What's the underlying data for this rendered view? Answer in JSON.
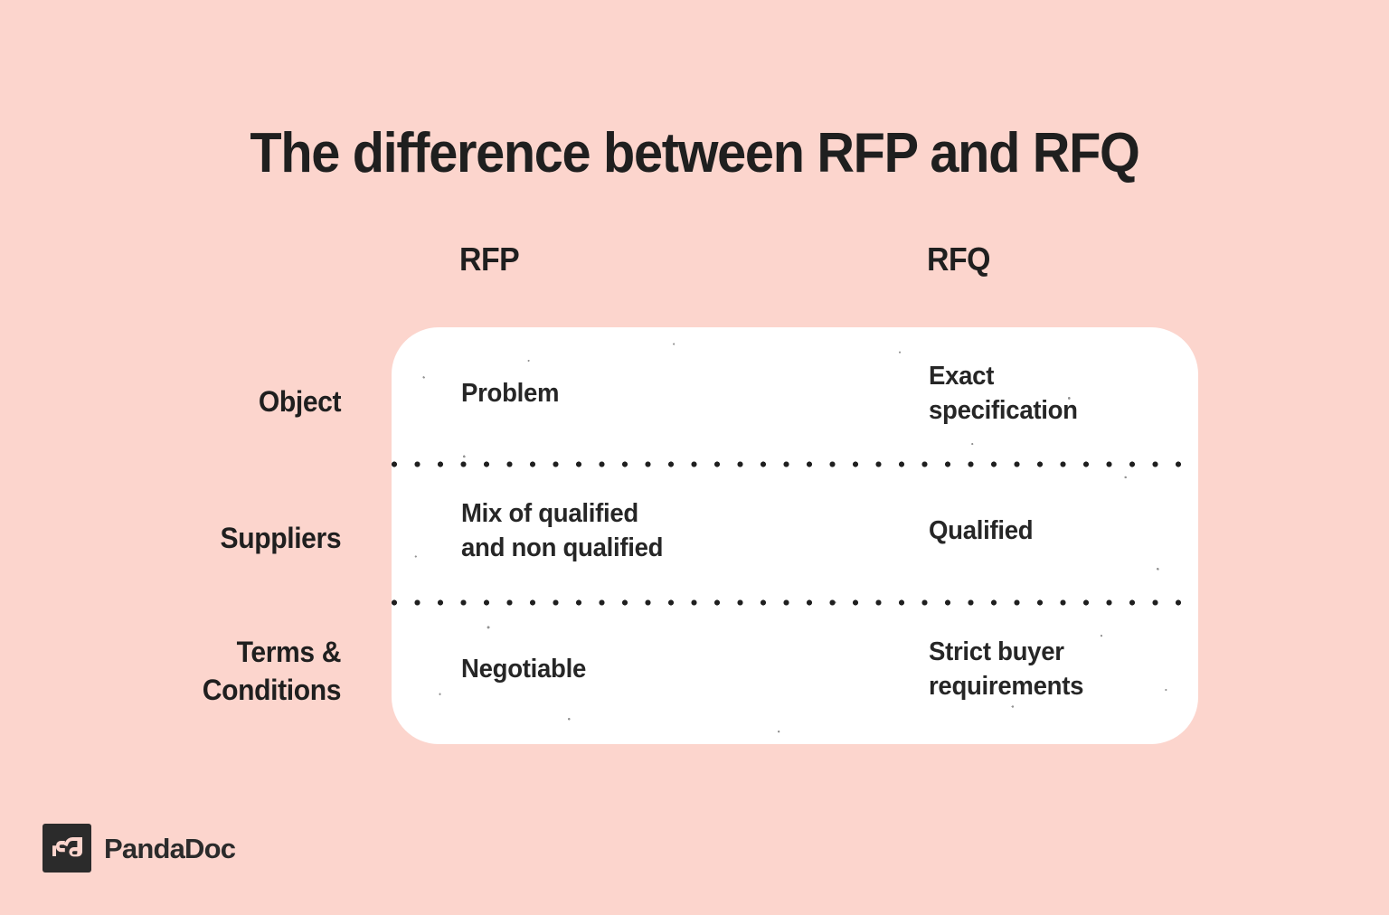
{
  "title": "The difference between RFP and RFQ",
  "colors": {
    "background": "#fcd5cd",
    "card": "#ffffff",
    "text": "#262626",
    "logo_mark": "#2b2b2b"
  },
  "columns": [
    {
      "key": "rfp",
      "label": "RFP"
    },
    {
      "key": "rfq",
      "label": "RFQ"
    }
  ],
  "rows": [
    {
      "label": "Object",
      "rfp": "Problem",
      "rfq": "Exact\nspecification"
    },
    {
      "label": "Suppliers",
      "rfp": "Mix of qualified\nand non qualified",
      "rfq": "Qualified"
    },
    {
      "label": "Terms &\nConditions",
      "rfp": "Negotiable",
      "rfq": "Strict buyer\nrequirements"
    }
  ],
  "logo": {
    "mark_icon": "pandadoc-pd-monogram-icon",
    "wordmark": "PandaDoc"
  }
}
